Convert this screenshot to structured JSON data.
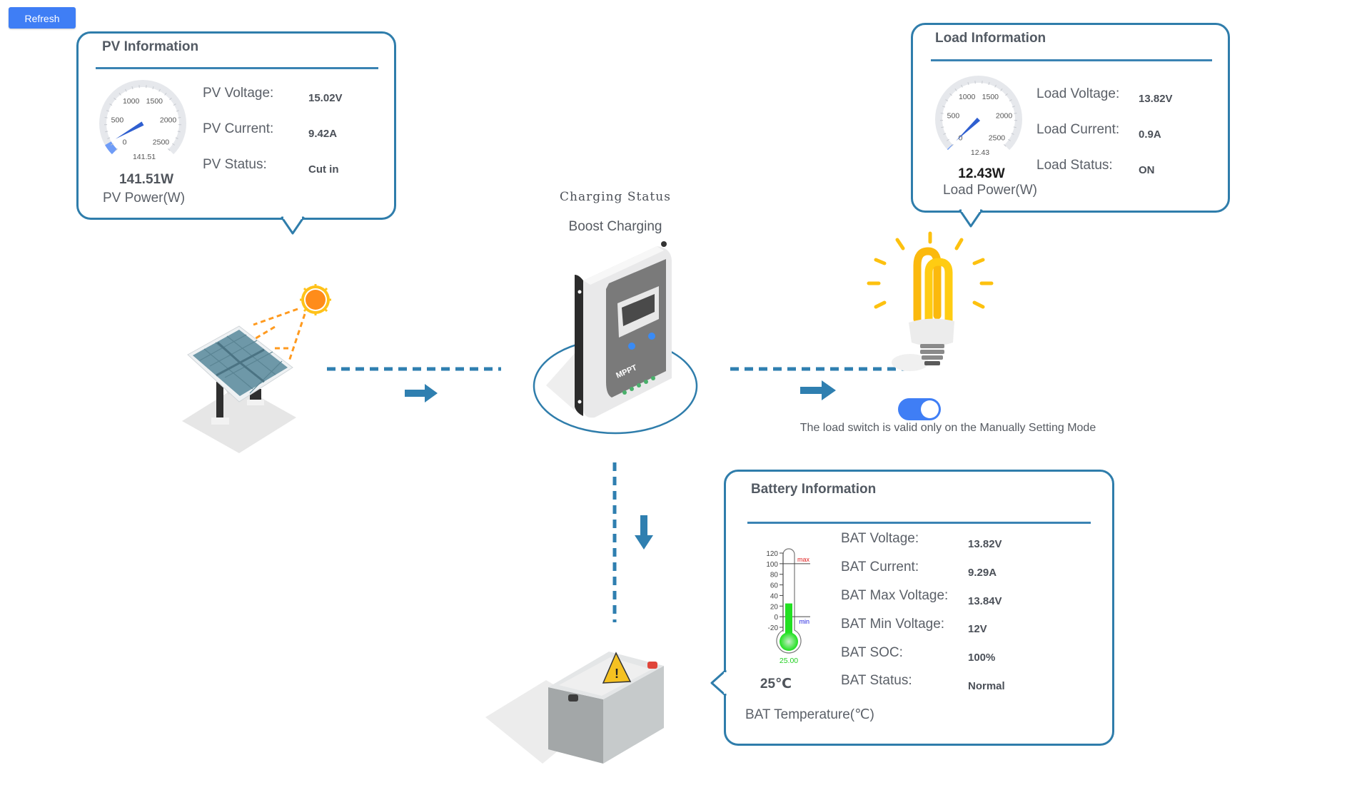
{
  "toolbar": {
    "refresh_label": "Refresh"
  },
  "pv": {
    "title": "PV Information",
    "gauge": {
      "min": 0,
      "max": 2500,
      "value": 141.51,
      "value_label": "141.51",
      "ticks": [
        "0",
        "500",
        "1000",
        "1500",
        "2000",
        "2500"
      ]
    },
    "power_display": "141.51W",
    "power_caption": "PV Power(W)",
    "rows": [
      {
        "label": "PV Voltage:",
        "value": "15.02V"
      },
      {
        "label": "PV Current:",
        "value": "9.42A"
      },
      {
        "label": "PV Status:",
        "value": "Cut in"
      }
    ]
  },
  "load": {
    "title": "Load Information",
    "gauge": {
      "min": 0,
      "max": 2500,
      "value": 12.43,
      "value_label": "12.43",
      "ticks": [
        "0",
        "500",
        "1000",
        "1500",
        "2000",
        "2500"
      ]
    },
    "power_display": "12.43W",
    "power_caption": "Load Power(W)",
    "rows": [
      {
        "label": "Load Voltage:",
        "value": "13.82V"
      },
      {
        "label": "Load Current:",
        "value": "0.9A"
      },
      {
        "label": "Load Status:",
        "value": "ON"
      }
    ],
    "switch_on": true,
    "switch_note": "The load switch is valid only on the Manually Setting Mode"
  },
  "charging": {
    "title": "Charging Status",
    "status": "Boost Charging"
  },
  "battery": {
    "title": "Battery Information",
    "thermometer": {
      "ticks": [
        "120",
        "100",
        "80",
        "60",
        "40",
        "20",
        "0",
        "-20"
      ],
      "max_label": "max",
      "min_label": "min",
      "value": 25.0,
      "value_label": "25.00",
      "range": [
        -20,
        120
      ],
      "max_mark": 100,
      "min_mark": 0
    },
    "temp_display": "25℃",
    "temp_caption": "BAT Temperature(℃)",
    "rows": [
      {
        "label": "BAT Voltage:",
        "value": "13.82V"
      },
      {
        "label": "BAT Current:",
        "value": "9.29A"
      },
      {
        "label": "BAT Max Voltage:",
        "value": "13.84V"
      },
      {
        "label": "BAT Min Voltage:",
        "value": "12V"
      },
      {
        "label": "BAT SOC:",
        "value": "100%"
      },
      {
        "label": "BAT Status:",
        "value": "Normal"
      }
    ]
  },
  "colors": {
    "accent": "#3f7ef5",
    "panel_border": "#2f7dab",
    "flow": "#2f7fb0",
    "sun": "#ff8c1a",
    "bulb": "#fdc10f",
    "thermo_fill": "#22e022"
  },
  "icons": {
    "solar": "solar-panel-icon",
    "controller": "mppt-controller-icon",
    "bulb": "light-bulb-icon",
    "battery": "battery-icon"
  }
}
